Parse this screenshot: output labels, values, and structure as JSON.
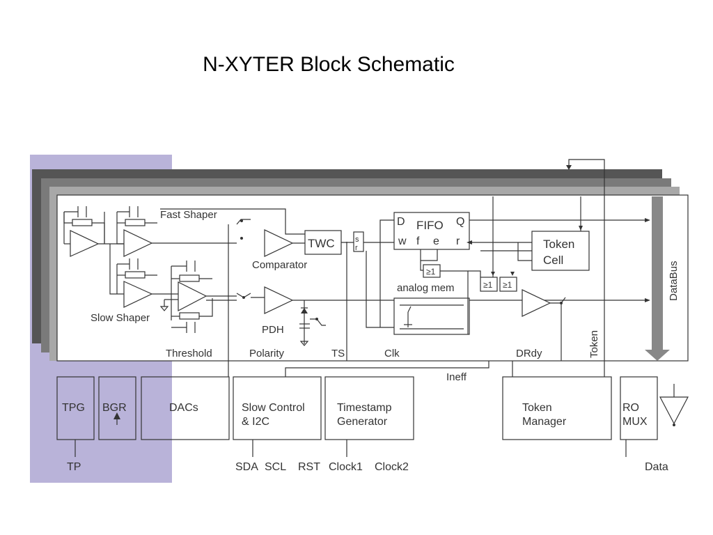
{
  "title": "N-XYTER Block Schematic",
  "colors": {
    "highlight": "#b9b3d9",
    "stack_dark": "#555555",
    "stack_mid": "#7a7a7a",
    "stack_light": "#a8a8a8",
    "databus": "#888888"
  },
  "labels": {
    "fast_shaper": "Fast Shaper",
    "slow_shaper": "Slow Shaper",
    "comparator": "Comparator",
    "twc": "TWC",
    "s": "s",
    "r": "r",
    "fifo": "FIFO",
    "fifo_d": "D",
    "fifo_q": "Q",
    "fifo_w": "w",
    "fifo_f": "f",
    "fifo_e": "e",
    "fifo_r": "r",
    "ge1": "≥1",
    "analog_mem": "analog mem",
    "pdh": "PDH",
    "token_cell": "Token\nCell",
    "databus": "DataBus",
    "token_vertical": "Token",
    "threshold": "Threshold",
    "polarity": "Polarity",
    "ts": "TS",
    "clk": "Clk",
    "drdy": "DRdy",
    "ineff": "Ineff"
  },
  "blocks": {
    "tpg": "TPG",
    "bgr": "BGR",
    "dacs": "DACs",
    "slow_control": "Slow Control\n& I2C",
    "timestamp": "Timestamp\nGenerator",
    "token_manager": "Token\nManager",
    "ro_mux": "RO\nMUX"
  },
  "pins": {
    "tp": "TP",
    "sda": "SDA",
    "scl": "SCL",
    "rst": "RST",
    "clock1": "Clock1",
    "clock2": "Clock2",
    "data": "Data"
  }
}
